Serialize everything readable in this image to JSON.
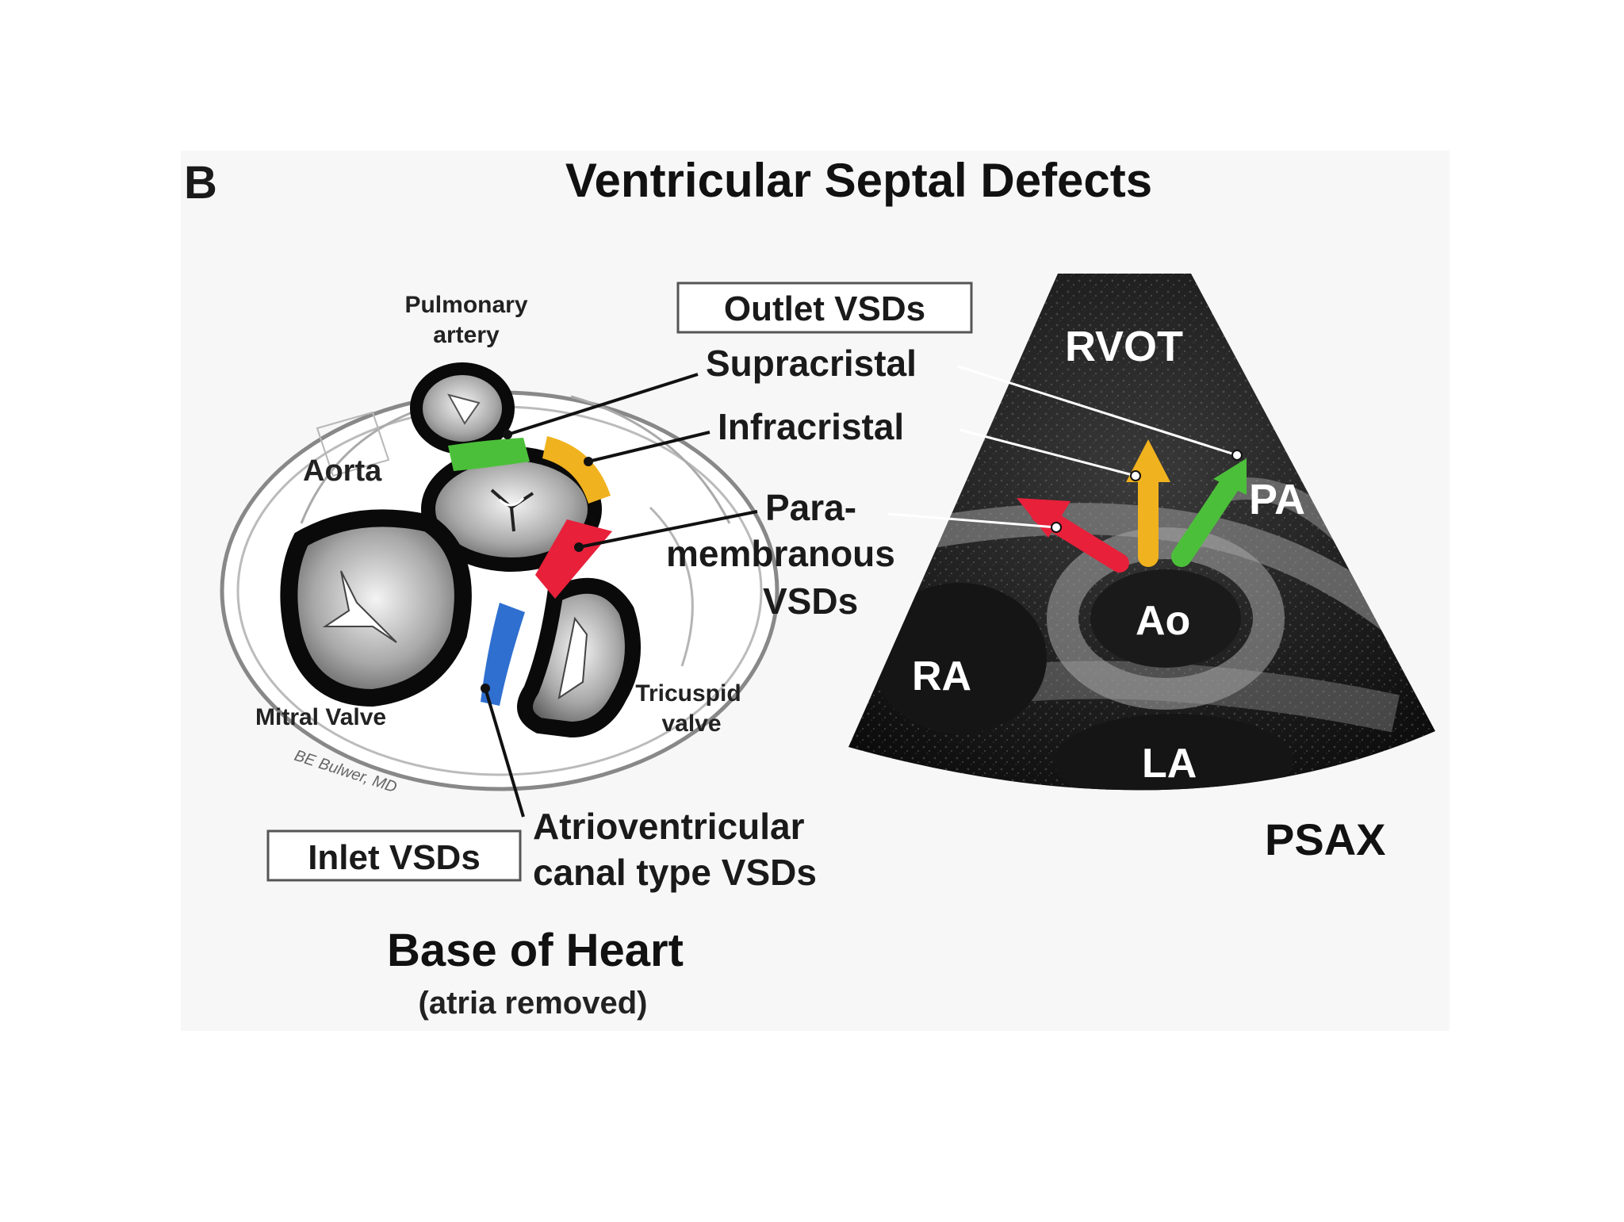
{
  "figure": {
    "panel_letter": "B",
    "title": "Ventricular Septal Defects"
  },
  "drawing": {
    "structures": {
      "pulmonary_artery_line1": "Pulmonary",
      "pulmonary_artery_line2": "artery",
      "aorta": "Aorta",
      "mitral_valve": "Mitral Valve",
      "tricuspid_line1": "Tricuspid",
      "tricuspid_line2": "valve"
    },
    "signature": "BE Bulwer, MD",
    "caption_title": "Base of Heart",
    "caption_subtitle": "(atria removed)"
  },
  "callouts": {
    "outlet_box": "Outlet VSDs",
    "supracristal": "Supracristal",
    "infracristal": "Infracristal",
    "para_line1": "Para-",
    "para_line2": "membranous",
    "para_line3": "VSDs",
    "inlet_box": "Inlet VSDs",
    "av_line1": "Atrioventricular",
    "av_line2": "canal type VSDs"
  },
  "echo": {
    "labels": {
      "rvot": "RVOT",
      "pa": "PA",
      "ao": "Ao",
      "ra": "RA",
      "la": "LA"
    },
    "view": "PSAX"
  },
  "colors": {
    "supracristal": "#4cbf3a",
    "infracristal": "#f0b21e",
    "paramembranous": "#e8203a",
    "inlet": "#2f6fd0"
  }
}
